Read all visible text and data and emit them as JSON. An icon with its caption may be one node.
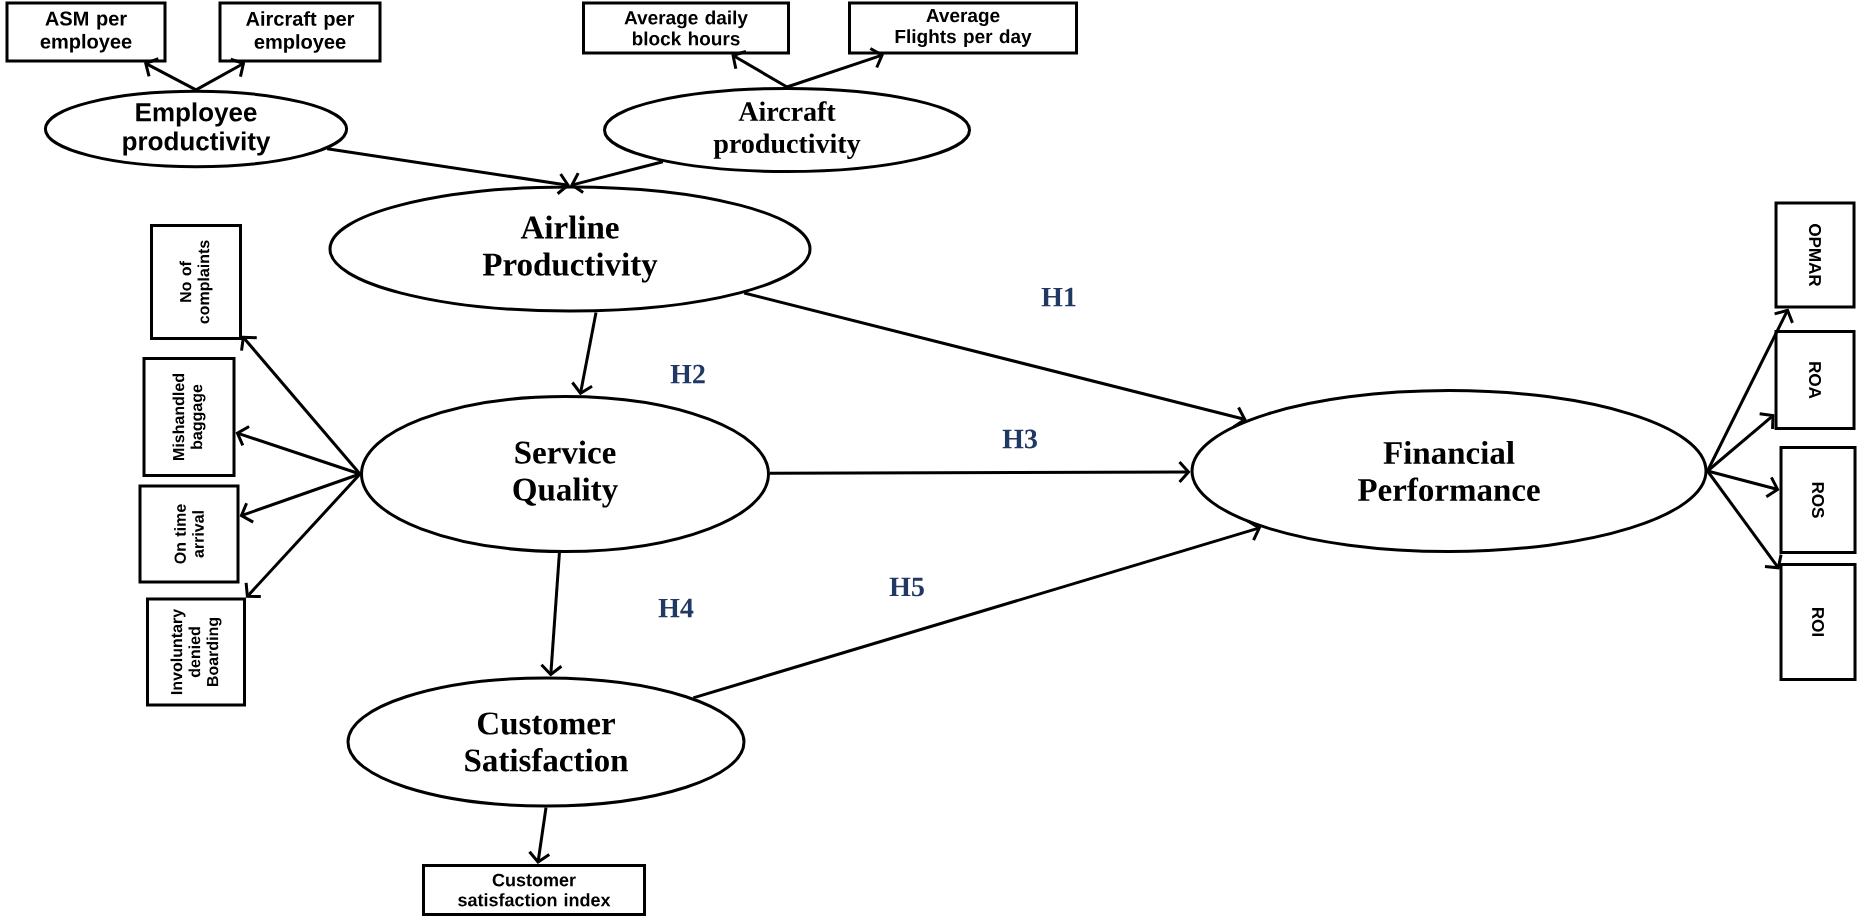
{
  "diagram": {
    "nodes": [
      {
        "text": [
          "ASM per employee"
        ]
      },
      {
        "text": [
          "Aircraft per employee"
        ]
      },
      {
        "text": [
          "Average daily block hours"
        ]
      },
      {
        "text": [
          "Average Flights per day"
        ]
      },
      {
        "text": [
          "Employee productivity"
        ]
      },
      {
        "text": [
          "Aircraft productivity"
        ]
      },
      {
        "text": [
          "Airline Productivity"
        ]
      },
      {
        "text": [
          "No of complaints"
        ]
      },
      {
        "text": [
          "Mishandled baggage"
        ]
      },
      {
        "text": [
          "Service Quality"
        ]
      },
      {
        "text": [
          "On time arrival"
        ]
      },
      {
        "text": [
          "Involuntary denied Boarding"
        ]
      },
      {
        "text": [
          "OPMAR"
        ]
      },
      {
        "text": [
          "ROA"
        ]
      },
      {
        "text": [
          "ROS"
        ]
      },
      {
        "text": [
          "ROI"
        ]
      },
      {
        "text": [
          "Financial Performance"
        ]
      },
      {
        "text": [
          "Customer Satisfaction"
        ]
      },
      {
        "text": [
          "Customer satisfaction index"
        ]
      }
    ],
    "edges": [
      {
        "from": 4,
        "to": 0,
        "arrow": "to"
      },
      {
        "from": 4,
        "to": 1,
        "arrow": "to"
      },
      {
        "from": 5,
        "to": 2,
        "arrow": "to"
      },
      {
        "from": 5,
        "to": 3,
        "arrow": "to"
      },
      {
        "from": 4,
        "to": 6,
        "arrow": "to"
      },
      {
        "from": 5,
        "to": 6,
        "arrow": "to"
      },
      {
        "from": 6,
        "to": 16,
        "arrow": "to",
        "label": "H1"
      },
      {
        "from": 6,
        "to": 9,
        "arrow": "to",
        "label": "H2"
      },
      {
        "from": 9,
        "to": 16,
        "arrow": "to",
        "label": "H3"
      },
      {
        "from": 9,
        "to": 7,
        "arrow": "to"
      },
      {
        "from": 9,
        "to": 8,
        "arrow": "to"
      },
      {
        "from": 9,
        "to": 10,
        "arrow": "to"
      },
      {
        "from": 9,
        "to": 11,
        "arrow": "to"
      },
      {
        "from": 9,
        "to": 17,
        "arrow": "to",
        "label": "H4"
      },
      {
        "from": 17,
        "to": 16,
        "arrow": "to",
        "label": "H5"
      },
      {
        "from": 16,
        "to": 12,
        "arrow": "to"
      },
      {
        "from": 16,
        "to": 13,
        "arrow": "to"
      },
      {
        "from": 16,
        "to": 14,
        "arrow": "to"
      },
      {
        "from": 16,
        "to": 15,
        "arrow": "to"
      },
      {
        "from": 17,
        "to": 18,
        "arrow": "to"
      }
    ]
  }
}
